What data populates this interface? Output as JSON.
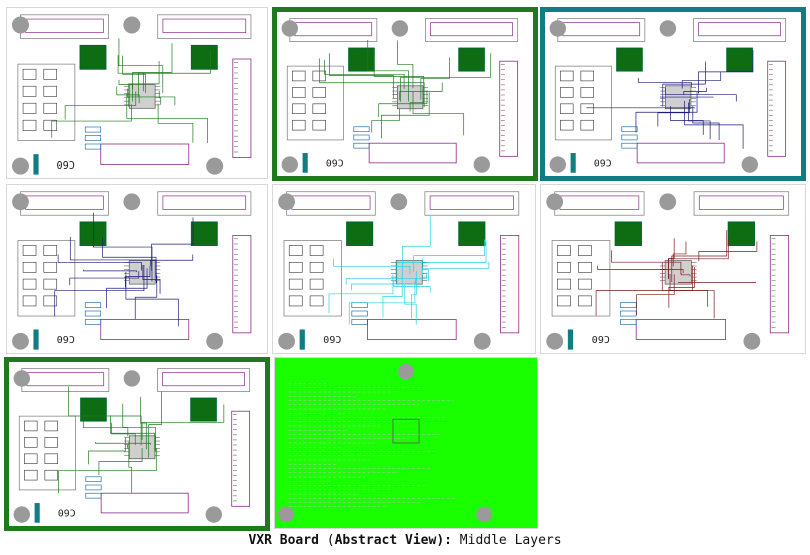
{
  "caption": {
    "board": "VXR Board",
    "view_open": "(",
    "view": "Abstract View",
    "view_close": "):",
    "layer": "Middle Layers"
  },
  "silk_label": "C60",
  "colors": {
    "trace_green": "#1f7a1f",
    "trace_dark_blue": "#1c1c7a",
    "trace_cyan": "#21d4e0",
    "trace_dark_red": "#7a1c1c",
    "outline_purple": "#8a2a8a",
    "chip_green": "#0e6d12",
    "selected_green": "#1f7a1f",
    "selected_teal": "#0f7d82",
    "plane_green": "#1aff00"
  },
  "tiles": [
    {
      "name": "layer-tile-1",
      "trace": "trace_green",
      "selected": "none"
    },
    {
      "name": "layer-tile-2",
      "trace": "trace_green",
      "selected": "green"
    },
    {
      "name": "layer-tile-3",
      "trace": "trace_dark_blue",
      "selected": "teal"
    },
    {
      "name": "layer-tile-4",
      "trace": "trace_dark_blue",
      "selected": "none"
    },
    {
      "name": "layer-tile-5",
      "trace": "trace_cyan",
      "selected": "none"
    },
    {
      "name": "layer-tile-6",
      "trace": "trace_dark_red",
      "selected": "none"
    },
    {
      "name": "layer-tile-7",
      "trace": "trace_green",
      "selected": "green"
    },
    {
      "name": "layer-tile-8",
      "trace": "plane",
      "selected": "none"
    }
  ]
}
